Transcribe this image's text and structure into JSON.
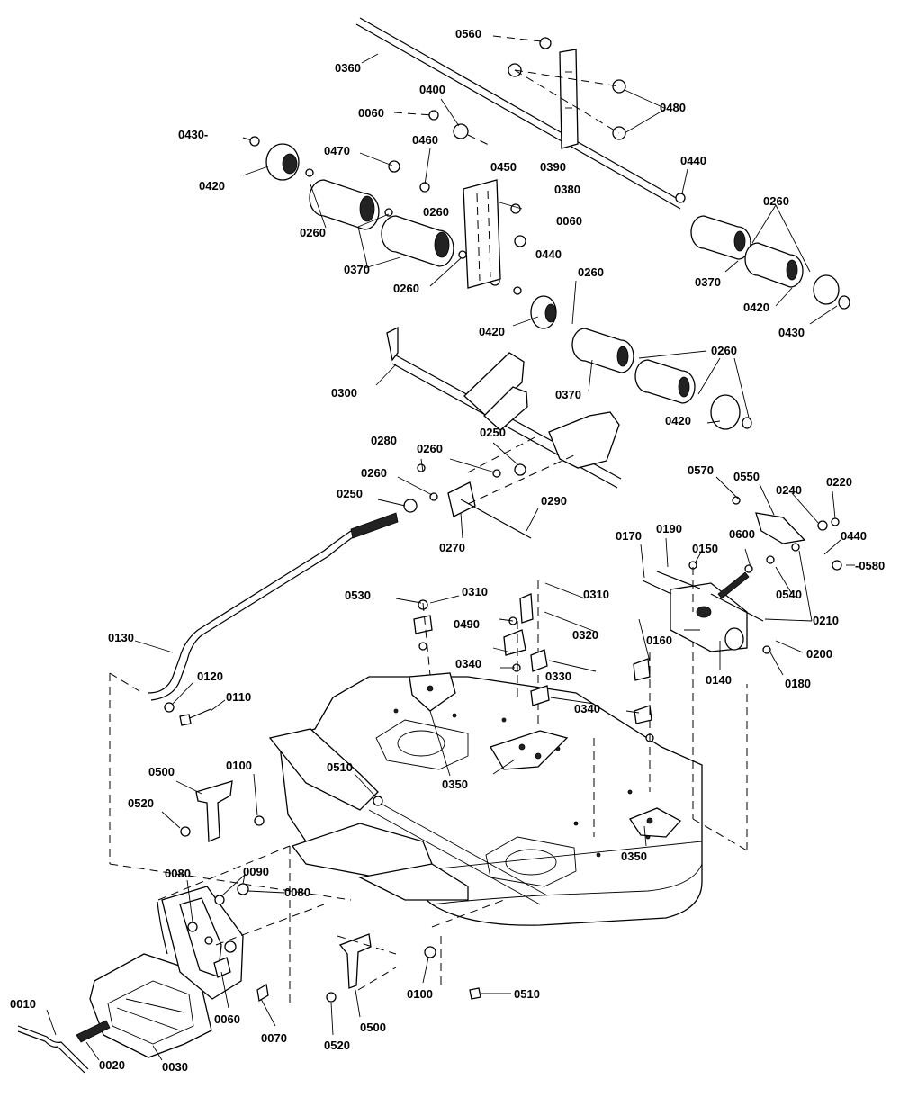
{
  "diagram": {
    "type": "exploded-parts-diagram",
    "line_color": "#000000",
    "background": "#ffffff",
    "labels": {
      "p0010": "0010",
      "p0020": "0020",
      "p0030": "0030",
      "p0060a": "0060",
      "p0060b": "0060",
      "p0060c": "0060",
      "p0070": "0070",
      "p0080a": "0080",
      "p0080b": "0080",
      "p0090": "0090",
      "p0100a": "0100",
      "p0100b": "0100",
      "p0110": "0110",
      "p0120": "0120",
      "p0130": "0130",
      "p0140": "0140",
      "p0150": "0150",
      "p0160": "0160",
      "p0170": "0170",
      "p0180": "0180",
      "p0190": "0190",
      "p0200": "0200",
      "p0210": "0210",
      "p0220": "0220",
      "p0240": "0240",
      "p0250a": "0250",
      "p0250b": "0250",
      "p0260a": "0260",
      "p0260b": "0260",
      "p0260c": "0260",
      "p0260d": "0260",
      "p0260e": "0260",
      "p0260f": "0260",
      "p0260g": "0260",
      "p0260h": "0260",
      "p0270": "0270",
      "p0280": "0280",
      "p0290": "0290",
      "p0300": "0300",
      "p0310a": "0310",
      "p0310b": "0310",
      "p0320": "0320",
      "p0330": "0330",
      "p0340a": "0340",
      "p0340b": "0340",
      "p0350a": "0350",
      "p0350b": "0350",
      "p0360": "0360",
      "p0370a": "0370",
      "p0370b": "0370",
      "p0370c": "0370",
      "p0380": "0380",
      "p0390": "0390",
      "p0400": "0400",
      "p0420a": "0420",
      "p0420b": "0420",
      "p0420c": "0420",
      "p0420d": "0420",
      "p0430a": "0430-",
      "p0430b": "0430",
      "p0440a": "0440",
      "p0440b": "0440",
      "p0440c": "0440",
      "p0450": "0450",
      "p0460": "0460",
      "p0470": "0470",
      "p0480": "0480",
      "p0490": "0490",
      "p0500a": "0500",
      "p0500b": "0500",
      "p0510a": "0510",
      "p0510b": "0510",
      "p0520a": "0520",
      "p0520b": "0520",
      "p0530": "0530",
      "p0540": "0540",
      "p0550": "0550",
      "p0560": "0560",
      "p0570": "0570",
      "p0580": "-0580",
      "p0600": "0600"
    }
  }
}
